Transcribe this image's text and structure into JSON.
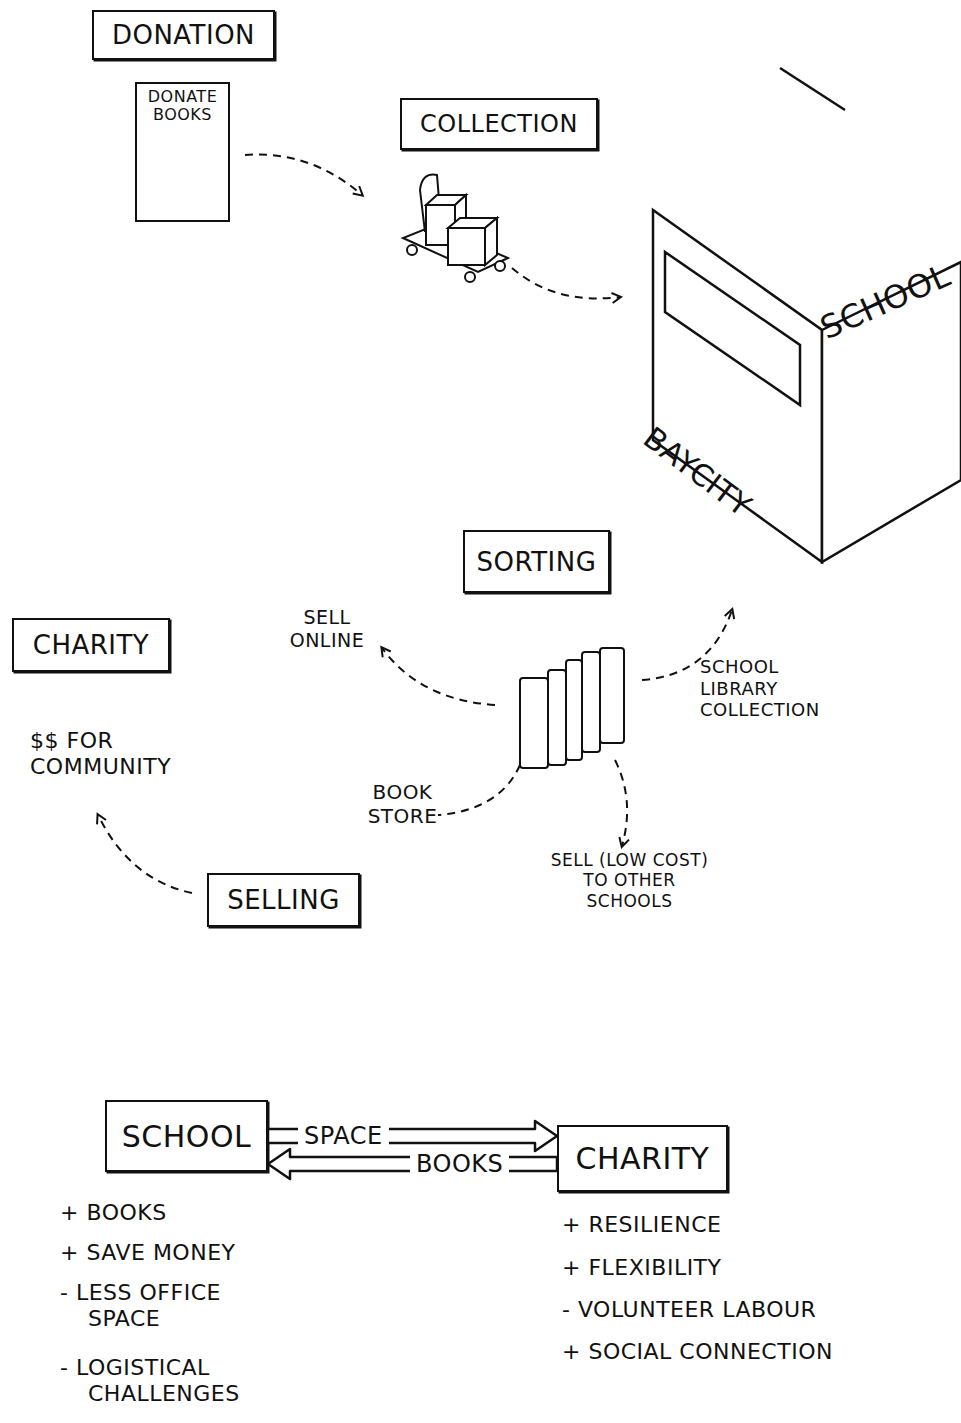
{
  "diagram": {
    "nodes": [
      {
        "text": [
          "DONATION"
        ]
      },
      {
        "text": [
          "DONATE BOOKS"
        ]
      },
      {
        "text": [
          "COLLECTION"
        ]
      },
      {
        "text": [
          "SCHOOL",
          "BAYCITY"
        ]
      },
      {
        "text": [
          "SORTING"
        ]
      },
      {
        "text": [
          "CHARITY"
        ]
      },
      {
        "text": [
          "SELLING"
        ]
      },
      {
        "text": [
          "SCHOOL"
        ]
      },
      {
        "text": [
          "CHARITY"
        ]
      }
    ],
    "edges": [
      {
        "from": 7,
        "to": 8,
        "arrow": "to",
        "label": "SPACE"
      },
      {
        "from": 8,
        "to": 7,
        "arrow": "to",
        "label": "BOOKS"
      }
    ],
    "labels": [
      "SELL ONLINE",
      "SCHOOL LIBRARY COLLECTION",
      "BOOK STORE",
      "SELL (LOW COST) TO OTHER SCHOOLS",
      "$$ FOR COMMUNITY",
      "+ BOOKS",
      "+ SAVE MONEY",
      "- LESS OFFICE SPACE",
      "- LOGISTICAL CHALLENGES",
      "+ RESILIENCE",
      "+ FLEXIBILITY",
      "- VOLUNTEER LABOUR",
      "+ SOCIAL CONNECTION"
    ]
  }
}
